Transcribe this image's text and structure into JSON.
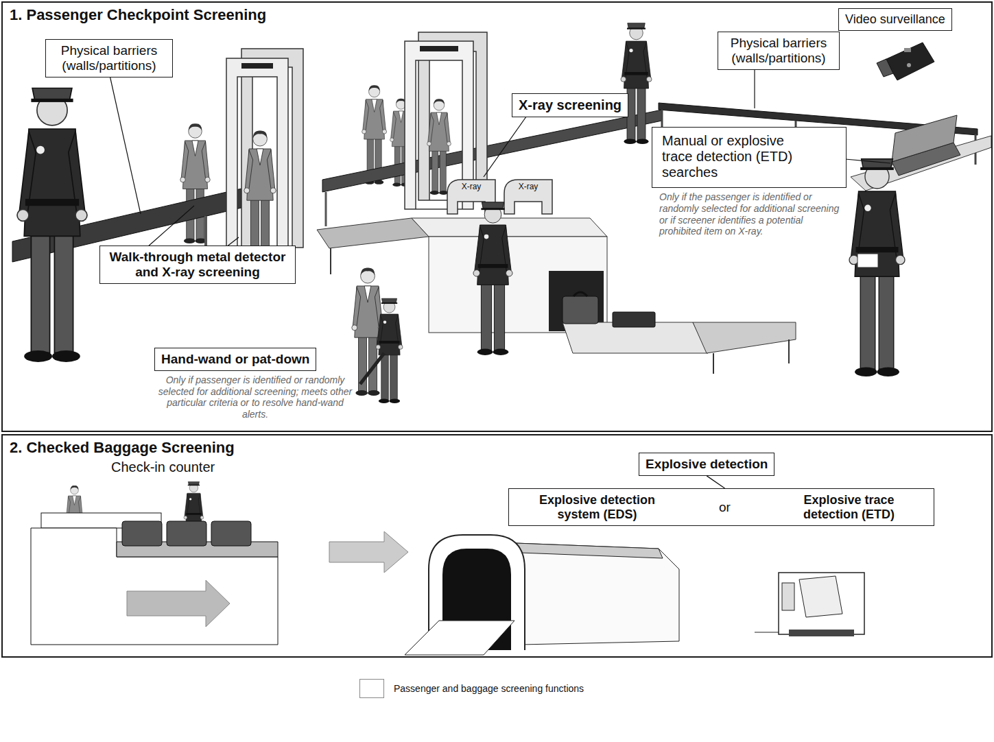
{
  "diagram": {
    "nodes": [
      {
        "text": [
          "1. Passenger Checkpoint Screening"
        ]
      },
      {
        "text": [
          "Physical barriers (walls/partitions)"
        ],
        "in": 0
      },
      {
        "text": [
          "X-ray screening"
        ],
        "in": 0
      },
      {
        "text": [
          "Physical barriers (walls/partitions)"
        ],
        "in": 0
      },
      {
        "text": [
          "Video surveillance"
        ],
        "in": 0
      },
      {
        "text": [
          "Manual or explosive trace detection (ETD) searches",
          "Only if the passenger is identified or randomly selected for additional screening or if screener identifies a potential prohibited item on X-ray."
        ],
        "in": 0
      },
      {
        "text": [
          "Walk-through metal detector and X-ray screening"
        ],
        "in": 0
      },
      {
        "text": [
          "Hand-wand or pat-down",
          "Only if passenger is identified or randomly selected for additional screening; meets other particular criteria or to resolve hand-wand alerts."
        ],
        "in": 0
      },
      {
        "text": [
          "2. Checked Baggage Screening"
        ]
      },
      {
        "text": [
          "Explosive detection"
        ],
        "in": 8
      },
      {
        "text": [
          "Explosive detection system (EDS)",
          "or",
          "Explosive trace detection (ETD)"
        ],
        "in": 8
      }
    ],
    "edges": [
      {
        "from": 9,
        "to": 10,
        "arrow": "none"
      }
    ],
    "labels": [
      "X-ray",
      "X-ray",
      "Check-in counter"
    ],
    "legend": [
      {
        "text": "Passenger and baggage screening functions",
        "color": "#ffffff"
      }
    ]
  }
}
